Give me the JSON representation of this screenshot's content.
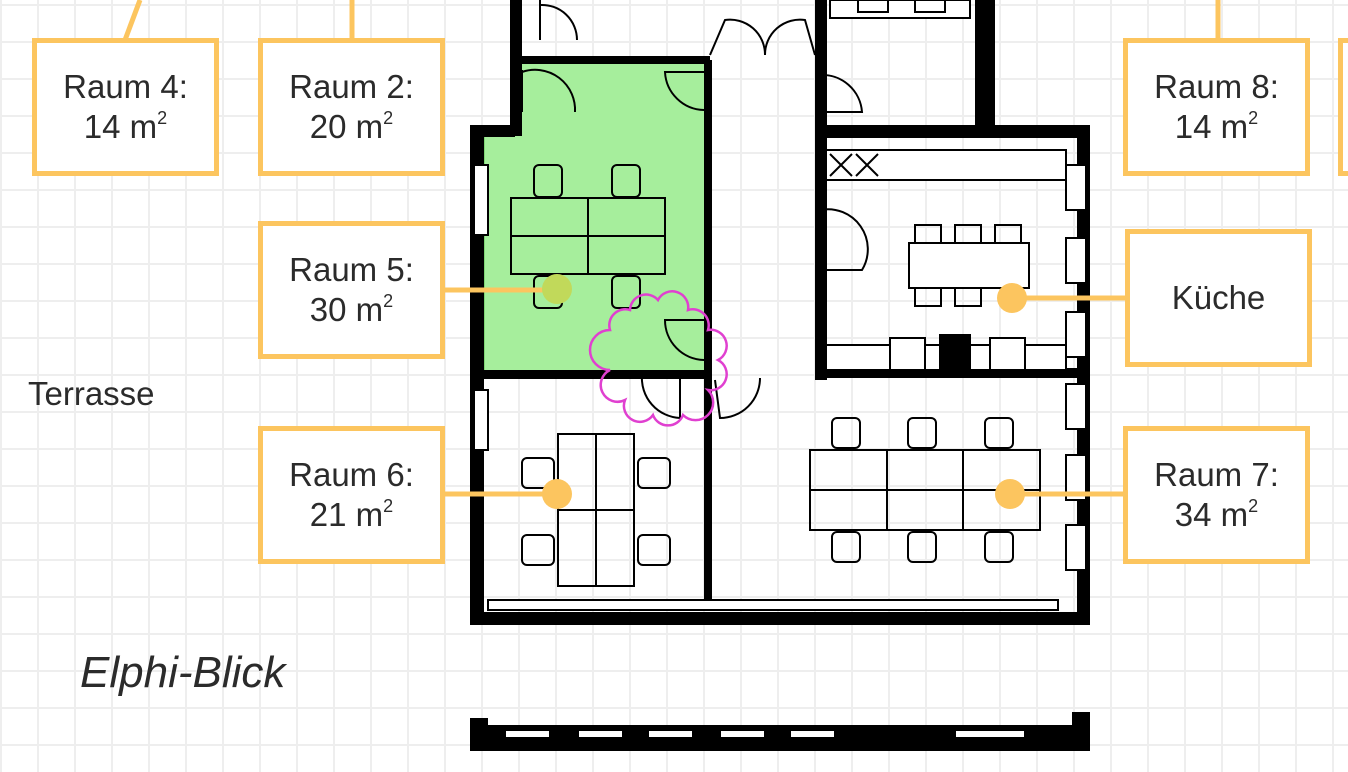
{
  "rooms": [
    {
      "id": "raum-4",
      "name": "Raum 4:",
      "area": "14 m",
      "unit_sup": "2"
    },
    {
      "id": "raum-2",
      "name": "Raum 2:",
      "area": "20 m",
      "unit_sup": "2"
    },
    {
      "id": "raum-8",
      "name": "Raum 8:",
      "area": "14 m",
      "unit_sup": "2"
    },
    {
      "id": "raum-5",
      "name": "Raum 5:",
      "area": "30 m",
      "unit_sup": "2"
    },
    {
      "id": "raum-6",
      "name": "Raum 6:",
      "area": "21 m",
      "unit_sup": "2"
    },
    {
      "id": "raum-7",
      "name": "Raum 7:",
      "area": "34 m",
      "unit_sup": "2"
    },
    {
      "id": "kueche",
      "name": "Küche"
    }
  ],
  "labels": {
    "terrace": "Terrasse",
    "view": "Elphi-Blick"
  },
  "colors": {
    "label_border": "#fcc55f",
    "selected_room": "#a6ee9c",
    "walls": "#000000",
    "pointer": "#c1d95a",
    "cursor": "#e040d0"
  },
  "selected_room": "raum-5"
}
